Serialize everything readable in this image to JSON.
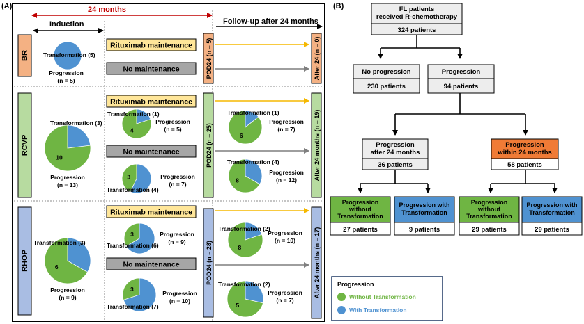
{
  "colors": {
    "green": "#6fb543",
    "blue": "#4f92d1",
    "red": "#c00000",
    "orange": "#f07b36",
    "br": "#f4b183",
    "rcvp": "#b7dba0",
    "rhop": "#a9bde3",
    "yellow": "#ffe699",
    "gray": "#a6a6a6",
    "arrowYellow": "#f5b800",
    "boxGray": "#ededed"
  },
  "panelA": {
    "label": "(A)",
    "months24": "24 months",
    "induction": "Induction",
    "followup": "Follow-up after 24 months",
    "rituximab": "Rituximab maintenance",
    "nomaint": "No maintenance",
    "br": {
      "name": "BR",
      "pod": "POD24 (n = 5)",
      "after": "After 24 (n = 0)",
      "induction": {
        "transformation": "Transformation (5)",
        "progression": "Progression",
        "n": "(n = 5)",
        "without": 0,
        "with": 5
      }
    },
    "rcvp": {
      "name": "RCVP",
      "pod": "POD24 (n = 25)",
      "after": "After 24 months (n = 19)",
      "induction": {
        "transformation": "Transformation (3)",
        "progression": "Progression",
        "n": "(n = 13)",
        "without": 10,
        "with": 3,
        "withoutLabel": "10"
      },
      "rm": {
        "transformation": "Transformation (1)",
        "progression": "Progression",
        "n": "(n = 5)",
        "without": 4,
        "with": 1,
        "withoutLabel": "4"
      },
      "nm": {
        "transformation": "Transformation (4)",
        "progression": "Progression",
        "n": "(n = 7)",
        "without": 3,
        "with": 4,
        "withoutLabel": "3"
      },
      "fu1": {
        "transformation": "Transformation (1)",
        "progression": "Progression",
        "n": "(n = 7)",
        "without": 6,
        "with": 1,
        "withoutLabel": "6"
      },
      "fu2": {
        "transformation": "Transformation  (4)",
        "progression": "Progression",
        "n": "(n = 12)",
        "without": 8,
        "with": 4,
        "withoutLabel": "8"
      }
    },
    "rhop": {
      "name": "RHOP",
      "pod": "POD24 (n = 28)",
      "after": "After 24 months (n = 17)",
      "induction": {
        "transformation": "Transformation (3)",
        "progression": "Progression",
        "n": "(n = 9)",
        "without": 6,
        "with": 3,
        "withoutLabel": "6"
      },
      "rm": {
        "transformation": "Transformation (6)",
        "progression": "Progression",
        "n": "(n = 9)",
        "without": 3,
        "with": 6,
        "withoutLabel": "3"
      },
      "nm": {
        "transformation": "Transformation (7)",
        "progression": "Progression",
        "n": "(n = 10)",
        "without": 3,
        "with": 7,
        "withoutLabel": "3"
      },
      "fu1": {
        "transformation": "Transformation (2)",
        "progression": "Progression",
        "n": "(n = 10)",
        "without": 8,
        "with": 2,
        "withoutLabel": "8"
      },
      "fu2": {
        "transformation": "Transformation  (2)",
        "progression": "Progression",
        "n": "(n = 7)",
        "without": 5,
        "with": 2,
        "withoutLabel": "5"
      }
    }
  },
  "panelB": {
    "label": "(B)",
    "top": {
      "line1": "FL patients",
      "line2": "received R-chemotherapy",
      "count": "324 patients"
    },
    "noprog": {
      "title": "No progression",
      "count": "230 patients"
    },
    "prog": {
      "title": "Progression",
      "count": "94 patients"
    },
    "after": {
      "line1": "Progression",
      "line2": "after 24 months",
      "count": "36 patients"
    },
    "within": {
      "line1": "Progression",
      "line2": "within 24 months",
      "count": "58 patients"
    },
    "leaf1": {
      "line1": "Progression",
      "line2": "without",
      "line3": "Transformation",
      "count": "27 patients"
    },
    "leaf2": {
      "line1": "Progression with",
      "line2": "Transformation",
      "count": "9 patients"
    },
    "leaf3": {
      "line1": "Progression",
      "line2": "without",
      "line3": "Transformation",
      "count": "29 patients"
    },
    "leaf4": {
      "line1": "Progression with",
      "line2": "Transformation",
      "count": "29 patients"
    }
  },
  "legend": {
    "title": "Progression",
    "without": "Without Transformation",
    "with": "With Transformation"
  }
}
